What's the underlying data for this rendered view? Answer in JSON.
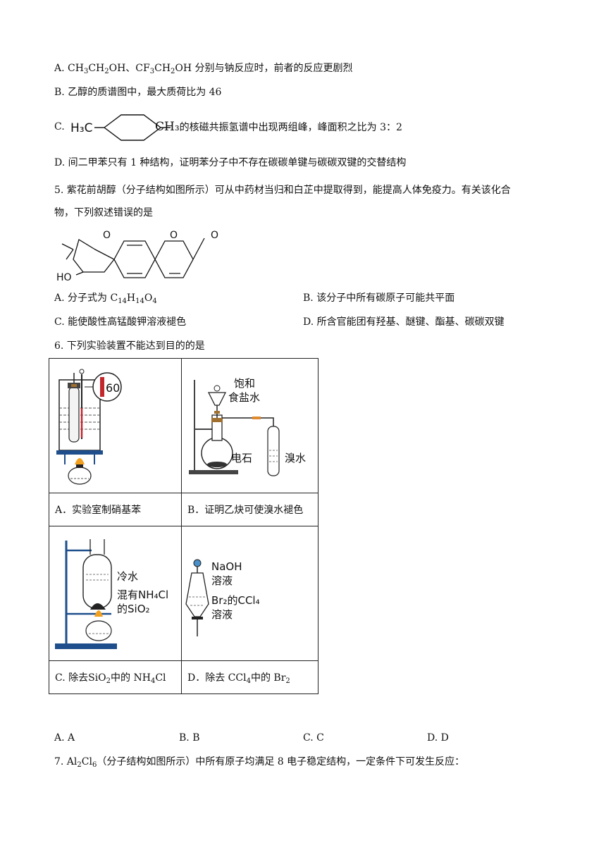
{
  "q4": {
    "a": {
      "prefix": "A. ",
      "f1a": "CH",
      "f1b": "3",
      "f1c": "CH",
      "f1d": "2",
      "f1e": "OH、CF",
      "f1f": "3",
      "f1g": "CH",
      "f1h": "2",
      "f1i": "OH",
      "rest": " 分别与钠反应时，前者的反应更剧烈"
    },
    "b": "B. 乙醇的质谱图中，最大质荷比为 46",
    "c": {
      "prefix": "C.",
      "left_group": "H₃C",
      "right_group": "CH₃",
      "text": "的核磁共振氢谱中出现两组峰，峰面积之比为 3：2"
    },
    "d": "D. 间二甲苯只有 1 种结构，证明苯分子中不存在碳碳单键与碳碳双键的交替结构"
  },
  "q5": {
    "stem_line1": "5. 紫花前胡醇（分子结构如图所示）可从中药材当归和白芷中提取得到，能提高人体免疫力。有关该化合",
    "stem_line2": "物，下列叙述错误的是",
    "structure_labels": {
      "o1": "O",
      "o2": "O",
      "o3": "O",
      "ho": "HO"
    },
    "a": {
      "prefix": "A. 分子式为 C",
      "c": "14",
      "h_pre": "H",
      "h": "14",
      "o_pre": "O",
      "o": "4"
    },
    "b": "B. 该分子中所有碳原子可能共平面",
    "c": "C. 能使酸性高锰酸钾溶液褪色",
    "d": "D. 所含官能团有羟基、醚键、酯基、碳碳双键"
  },
  "q6": {
    "stem": "6. 下列实验装置不能达到目的的是",
    "panel_a": {
      "thermo": "60",
      "caption": "A．实验室制硝基苯"
    },
    "panel_b": {
      "label1": "饱和",
      "label2": "食盐水",
      "label3": "电石",
      "label4": "溴水",
      "caption": "B．证明乙炔可使溴水褪色"
    },
    "panel_c": {
      "label1": "冷水",
      "label2": "混有NH₄Cl",
      "label3": "的SiO₂",
      "caption_pre": "C. 除去SiO",
      "caption_sub1": "2",
      "caption_mid": " 中的 NH",
      "caption_sub2": "4",
      "caption_post": "Cl"
    },
    "panel_d": {
      "label1": "NaOH",
      "label2": "溶液",
      "label3": "Br₂的CCl₄",
      "label4": "溶液",
      "caption_pre": "D．除去 CCl",
      "caption_sub1": "4",
      "caption_mid": " 中的 Br",
      "caption_sub2": "2"
    },
    "options": [
      "A. A",
      "B. B",
      "C. C",
      "D. D"
    ]
  },
  "q7": {
    "pre": "7. Al",
    "s1": "2",
    "mid": "Cl",
    "s2": "6",
    "rest": "（分子结构如图所示）中所有原子均满足 8 电子稳定结构，一定条件下可发生反应："
  }
}
